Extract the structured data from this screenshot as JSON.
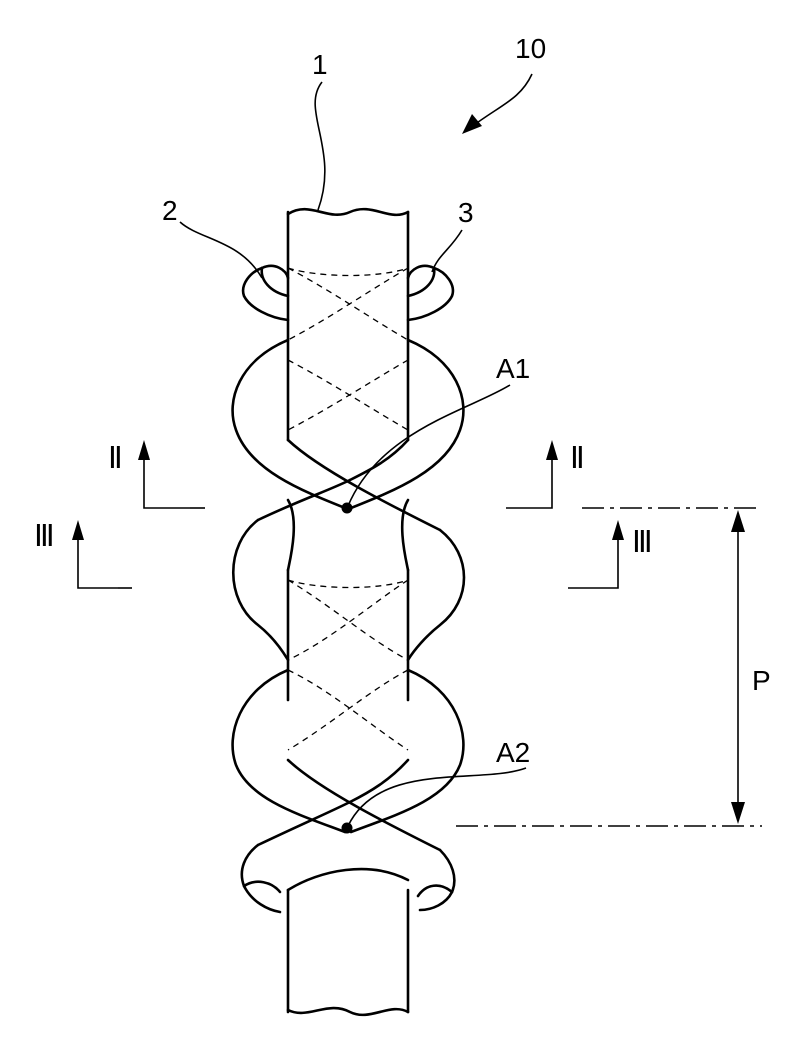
{
  "figure": {
    "reference_numeral": "10",
    "parts": [
      {
        "id": "core",
        "label": "1"
      },
      {
        "id": "strand-left",
        "label": "2"
      },
      {
        "id": "strand-right",
        "label": "3"
      }
    ],
    "points": [
      {
        "id": "A1",
        "label": "A1"
      },
      {
        "id": "A2",
        "label": "A2"
      }
    ],
    "section_marks": [
      {
        "id": "II",
        "label": "Ⅱ"
      },
      {
        "id": "III",
        "label": "Ⅲ"
      }
    ],
    "pitch_label": "P"
  }
}
